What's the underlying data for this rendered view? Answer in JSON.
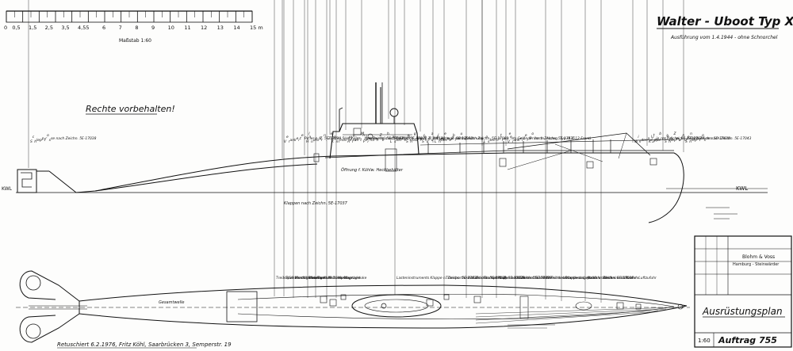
{
  "scale_bar": {
    "ticks": [
      "0",
      "0,5",
      "1,5",
      "2,5",
      "3,5",
      "4,5",
      "5",
      "6",
      "7",
      "8",
      "9",
      "10",
      "11",
      "12",
      "13",
      "14",
      "15 m"
    ],
    "caption": "Maßstab 1:60"
  },
  "header": {
    "title": "Walter - Uboot Typ XVII B",
    "subtitle": "Ausführung vom 1.4.1944 - ohne Schnorchel"
  },
  "rights_note": "Rechte vorbehalten!",
  "side_labels": [
    "Schlepptrosse nach Zeichn. 5E-17038",
    "Verankerte Poller n. Z. 5E-17039",
    "Handrohr n. Zeichn. 5H-1231",
    "Kommandoturm-Magazinverkl. nach Zeichn. 5E-17032",
    "Auffahrt nach Zeichn. 5E-17083",
    "Für nach Zeichn. 5E-17039",
    "Lastenbefestigung n. Z. N 1122",
    "Schutzblech-Halterung n. Z. 5E-17032",
    "Spur u. Kleinetage nach Zeichnung",
    "Landesverbindung nach Zeichn. 5E-17083",
    "Lasteninstruments Geländer nach Zeichn. 5E-17026",
    "Verankerter Poller (n. Abzwg. Typ IX C 12 Front)",
    "Windenauftrieb n. Zeichn. 5E-17037",
    "Klappen nach Zeichn. 5E-17038",
    "Schleppwinde nach Zeichn. 5E-17038",
    "Schlepptrosse nach Zeichn. 5E-17043"
  ],
  "deck_labels": [
    "Treibölfüll-Ventilationsrohr",
    "Speiseventil-Steuerrohr",
    "Montageluke",
    "Montageluke",
    "Tankluft-Dämpfung",
    "Motoren-Montageluke",
    "Montageluke",
    "Lasteninstruments Klappe n. Zeichn. 5E-17036",
    "Transportluke n. Zeichn. 5E-17038",
    "Außenbordschott n. Z. 5E-17038",
    "Transportluke nach Zeichn. 5E-17039",
    "Klappe nach Zeichn. 5E-17038",
    "Lasteninstruments Teil des Oberdecks",
    "Verschlussklappe n. Luftzufuhr",
    "Verankerungspoller n. Zeichn. 5E-17039",
    "Abschlussdeckel n. Luftzufuhr",
    "Wellenverschluss n. Luftzufuhr"
  ],
  "hull_notes": {
    "kwl_left": "KWL",
    "kwl_right": "KWL",
    "flange": "Öffnung f. Kühlw. Heckbehälter",
    "valve_note": "Klappen nach Zeichn. 5E-17037",
    "shaft": "Gesamtwelle"
  },
  "title_block": {
    "company": "Blohm & Voss",
    "location": "Hamburg - Steinwärder",
    "drawing_title": "Ausrüstungsplan",
    "scale": "1:60",
    "order": "Auftrag 755"
  },
  "footer": {
    "redraw_note": "Retuschiert 6.2.1976, Fritz Köhl, Saarbrücken 3, Semperstr. 19"
  }
}
